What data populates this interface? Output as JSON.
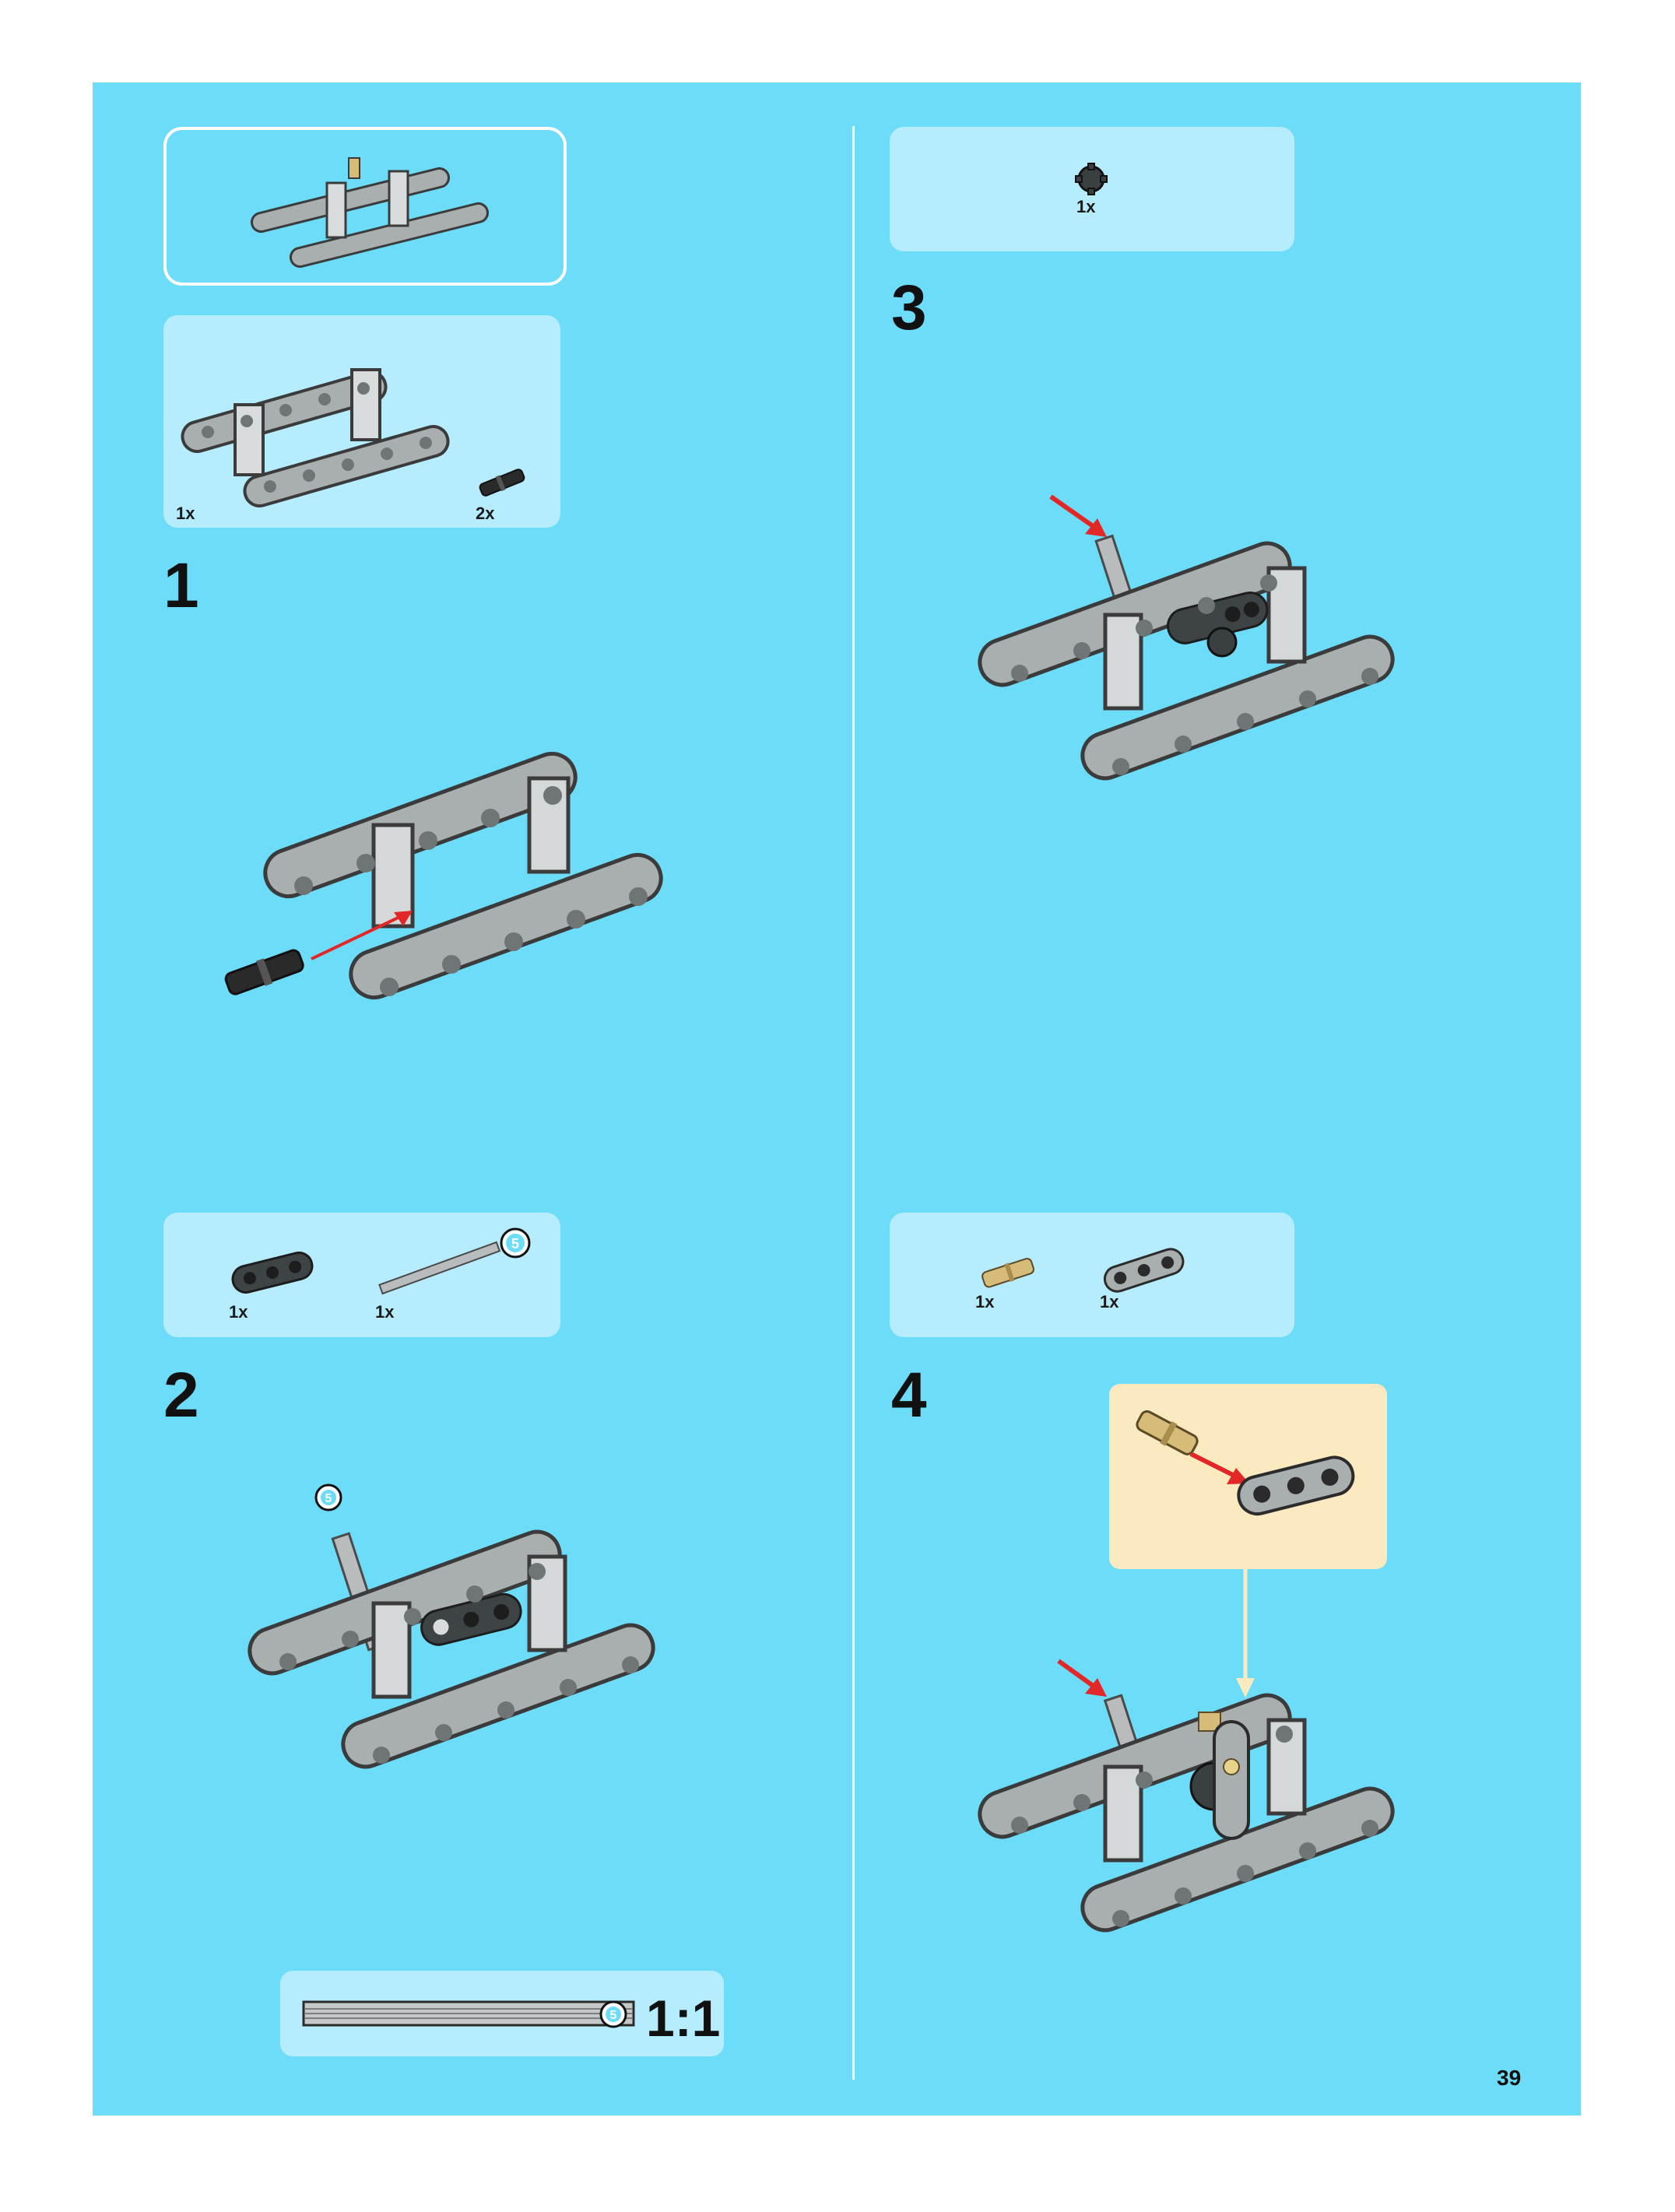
{
  "sub_assembly": {},
  "step1": {
    "number": "1",
    "parts": [
      {
        "name": "frame",
        "qty": "1x"
      },
      {
        "name": "pin-black",
        "qty": "2x"
      }
    ]
  },
  "step2": {
    "number": "2",
    "parts": [
      {
        "name": "liftarm-3-dark",
        "qty": "1x"
      },
      {
        "name": "axle-5",
        "qty": "1x",
        "length_badge": "5"
      }
    ],
    "axle_badge": "5"
  },
  "step3": {
    "number": "3",
    "parts": [
      {
        "name": "bush-dark",
        "qty": "1x"
      }
    ]
  },
  "step4": {
    "number": "4",
    "parts": [
      {
        "name": "axle-pin-tan",
        "qty": "1x"
      },
      {
        "name": "liftarm-thin-2",
        "qty": "1x"
      }
    ]
  },
  "scale_ruler": {
    "length_badge": "5",
    "ratio": "1:1"
  },
  "page_number": "39",
  "colors": {
    "background": "#6ddcf8",
    "parts_box": "#b5ecfe",
    "callout": "#fbeac0",
    "arrow": "#e32626",
    "beam": "#a9aeaf"
  }
}
